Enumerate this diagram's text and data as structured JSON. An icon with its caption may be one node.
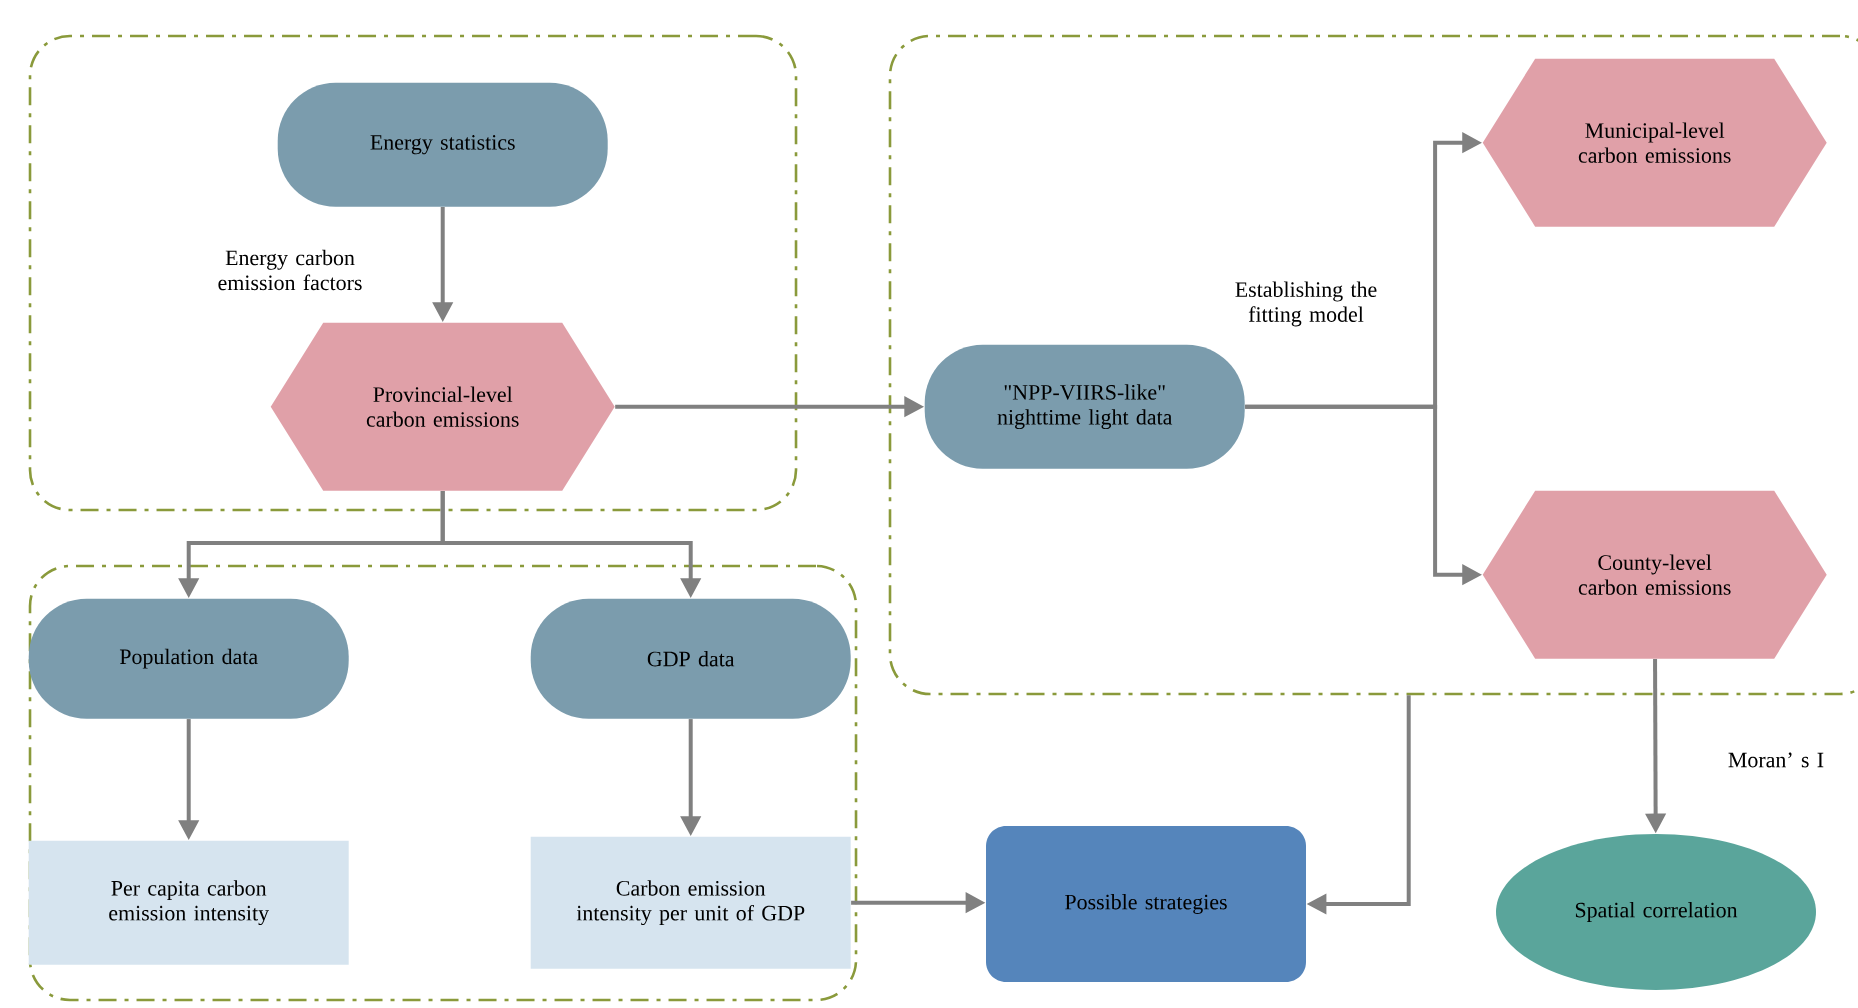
{
  "diagram": {
    "nodes": [
      {
        "text": [],
        "shape": "box"
      },
      {
        "text": [
          "Energy statistics"
        ],
        "in": 0
      },
      {
        "text": [
          "Provincial-level carbon emissions"
        ],
        "in": 0
      },
      {
        "text": [],
        "shape": "box"
      },
      {
        "text": [
          "\"NPP-VIIRS-like\" nighttime light data"
        ],
        "in": 3
      },
      {
        "text": [
          "Municipal-level carbon emissions"
        ],
        "in": 3
      },
      {
        "text": [
          "County-level carbon emissions"
        ],
        "in": 3
      },
      {
        "text": [],
        "shape": "box"
      },
      {
        "text": [
          "Population  data"
        ],
        "in": 7
      },
      {
        "text": [
          "GDP  data"
        ],
        "in": 7
      },
      {
        "text": [
          "Per capita carbon emission intensity"
        ],
        "in": 7
      },
      {
        "text": [
          "Carbon emission intensity per unit of GDP"
        ],
        "in": 7
      },
      {
        "text": [
          "Possible strategies"
        ]
      },
      {
        "text": [
          "Spatial correlation"
        ]
      }
    ],
    "edges": [
      {
        "from": 1,
        "to": 2,
        "arrow": "to",
        "label": "Energy carbon emission factors"
      },
      {
        "from": 2,
        "to": 4,
        "arrow": "to"
      },
      {
        "from": 2,
        "to": 8,
        "arrow": "to"
      },
      {
        "from": 2,
        "to": 9,
        "arrow": "to"
      },
      {
        "from": 4,
        "to": 5,
        "arrow": "to",
        "label": "Establishing the fitting model"
      },
      {
        "from": 4,
        "to": 6,
        "arrow": "to"
      },
      {
        "from": 8,
        "to": 10,
        "arrow": "to"
      },
      {
        "from": 9,
        "to": 11,
        "arrow": "to"
      },
      {
        "from": 11,
        "to": 12,
        "arrow": "to"
      },
      {
        "from": 3,
        "to": 12,
        "arrow": "to"
      },
      {
        "from": 6,
        "to": 13,
        "arrow": "to",
        "label": "Moran’ s I"
      }
    ]
  }
}
